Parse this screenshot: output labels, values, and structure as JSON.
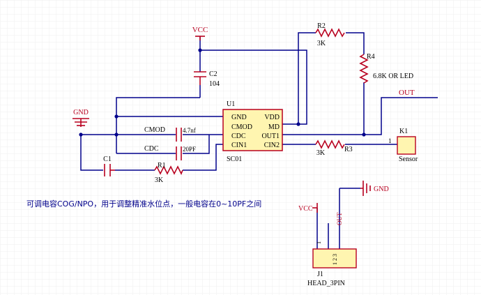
{
  "schematic": {
    "power": {
      "vcc_top": "VCC",
      "gnd_left": "GND",
      "vcc_header": "VCC",
      "gnd_header": "GND"
    },
    "chip": {
      "designator": "U1",
      "part": "SC01",
      "pins_left": [
        "GND",
        "CMOD",
        "CDC",
        "CIN1"
      ],
      "pins_right": [
        "VDD",
        "MD",
        "OUT1",
        "CIN2"
      ]
    },
    "components": {
      "c2_name": "C2",
      "c2_value": "104",
      "r2_name": "R2",
      "r2_value": "3K",
      "r4_name": "R4",
      "r4_value": "6.8K OR LED",
      "r3_name": "R3",
      "r3_value": "3K",
      "r1_name": "R1",
      "r1_value": "3K",
      "c1_name": "C1",
      "cmod_label": "CMOD",
      "cmod_value": "4.7nf",
      "cdc_label": "CDC",
      "cdc_value": "20PF"
    },
    "net_out": "OUT",
    "sensor": {
      "designator": "K1",
      "pin": "1",
      "name": "Sensor"
    },
    "header": {
      "designator": "J1",
      "part": "HEAD_3PIN",
      "pin_text": "1 2 3",
      "net_out": "OUT",
      "pin1_mark": "1"
    },
    "note": "可调电容COG/NPO，用于调整精准水位点，一般电容在0~10PF之间",
    "colors": {
      "wire": "#00008b",
      "part": "#b8001f",
      "chip_fill": "#fff5b0",
      "power": "#b8001f",
      "label": "#000000",
      "grid": "#ededed"
    }
  }
}
